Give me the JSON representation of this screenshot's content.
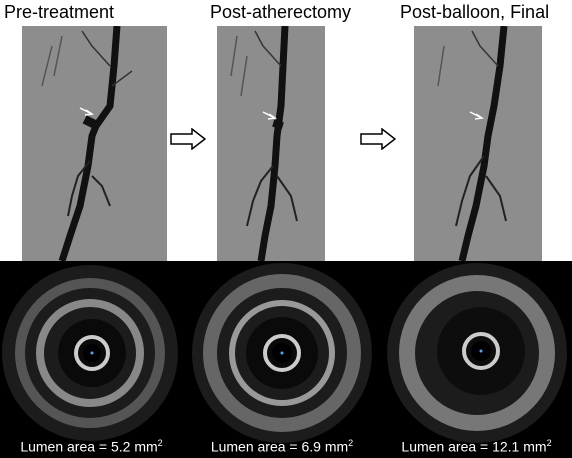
{
  "panels": [
    {
      "title": "Pre-treatment",
      "lumen_label": "Lumen area = 5.2 mm",
      "sup": "2"
    },
    {
      "title": "Post-atherectomy",
      "lumen_label": "Lumen area = 6.9 mm",
      "sup": "2"
    },
    {
      "title": "Post-balloon, Final",
      "lumen_label": "Lumen area = 12.1 mm",
      "sup": "2"
    }
  ],
  "icons": [
    "right-arrow-icon",
    "lesion-arrow-icon"
  ],
  "colors": {
    "angio_bg": "#8a8a8a",
    "vessel": "#111111",
    "ivus_bg": "#000000",
    "caption": "#ffffff"
  }
}
